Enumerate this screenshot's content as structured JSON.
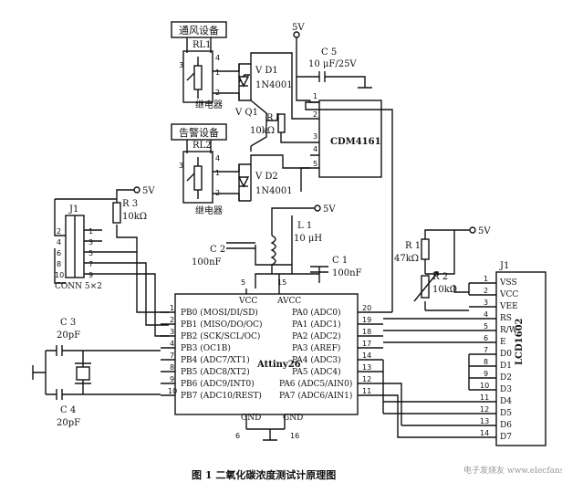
{
  "caption": "图 1   二氧化碳浓度测试计原理图",
  "watermark": "电子发烧友 www.elecfans.com",
  "vent_label": "通风设备",
  "alarm_label": "告警设备",
  "relay1": "RL1",
  "relay2": "RL2",
  "relay_text": "继电器",
  "d1": "V D1",
  "d2": "V D2",
  "diode": "1N4001",
  "q1": "V Q1",
  "r4": "R 4",
  "r4_val": "10kΩ",
  "cdm": "CDM4161",
  "c5": "C 5",
  "c5_val": "10 μF/25V",
  "vcc5": "5V",
  "j1": "J1",
  "conn": "CONN 5×2",
  "r3": "R 3",
  "r3_val": "10kΩ",
  "l1": "L 1",
  "l1_val": "10 μH",
  "c2": "C 2",
  "c2_val": "100nF",
  "c1": "C 1",
  "c1_val": "100nF",
  "c3": "C 3",
  "c3_val": "20pF",
  "c4": "C 4",
  "c4_val": "20pF",
  "r1": "R 1",
  "r1_val": "47kΩ",
  "r2": "R 2",
  "r2_val": "10kΩ",
  "mcu": "Attiny26",
  "vcc": "VCC",
  "avcc": "AVCC",
  "gnd": "GND",
  "lcd": "LCD1602",
  "pb_pins": [
    "PB0 (MOSI/DI/SD)",
    "PB1 (MISO/DO/OC)",
    "PB2 (SCK/SCL/OC)",
    "PB3 (OC1B)",
    "PB4 (ADC7/XT1)",
    "PB5 (ADC8/XT2)",
    "PB6 (ADC9/INT0)",
    "PB7 (ADC10/REST)"
  ],
  "pa_pins": [
    "PA0 (ADC0)",
    "PA1 (ADC1)",
    "PA2 (ADC2)",
    "PA3 (AREF)",
    "PA4 (ADC3)",
    "PA5 (ADC4)",
    "PA6 (ADC5/AIN0)",
    "PA7 (ADC6/AIN1)"
  ],
  "pb_nums": [
    "1",
    "2",
    "3",
    "4",
    "7",
    "8",
    "9",
    "10"
  ],
  "pa_nums": [
    "20",
    "19",
    "18",
    "17",
    "14",
    "13",
    "12",
    "11"
  ],
  "lcd_pins": [
    "VSS",
    "VCC",
    "VEE",
    "RS",
    "R/W",
    "E",
    "D0",
    "D1",
    "D2",
    "D3",
    "D4",
    "D5",
    "D6",
    "D7"
  ],
  "lcd_nums": [
    "1",
    "2",
    "3",
    "4",
    "5",
    "6",
    "7",
    "8",
    "9",
    "10",
    "11",
    "12",
    "13",
    "14"
  ],
  "j1_left": [
    "2",
    "4",
    "6",
    "8",
    "10"
  ],
  "j1_right": [
    "1",
    "3",
    "5",
    "7",
    "9"
  ],
  "pin_misc": {
    "vcc_n": "5",
    "avcc_n": "15",
    "gnd1": "6",
    "gnd2": "16",
    "cdm1": "1",
    "cdm2": "2",
    "cdm3": "3",
    "cdm4": "4",
    "cdm5": "5",
    "rl_3": "3",
    "rl_4": "4",
    "rl_1": "1",
    "rl_2": "2"
  }
}
